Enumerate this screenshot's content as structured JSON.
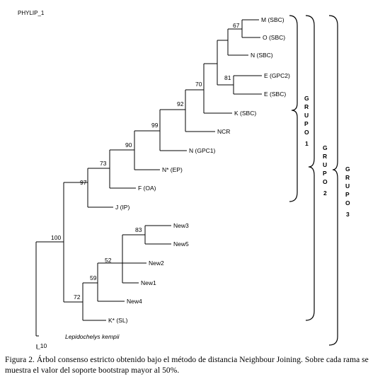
{
  "header": {
    "program": "PHYLIP_1"
  },
  "tree": {
    "taxa": [
      {
        "id": "m_sbc",
        "label": "M (SBC)"
      },
      {
        "id": "o_sbc",
        "label": "O (SBC)"
      },
      {
        "id": "n_sbc",
        "label": "N (SBC)"
      },
      {
        "id": "e_gpc2",
        "label": "E (GPC2)"
      },
      {
        "id": "e_sbc",
        "label": "E (SBC)"
      },
      {
        "id": "k_sbc",
        "label": "K (SBC)"
      },
      {
        "id": "ncr",
        "label": "NCR"
      },
      {
        "id": "n_gpc1",
        "label": "N (GPC1)"
      },
      {
        "id": "nstar_ep",
        "label": "N* (EP)"
      },
      {
        "id": "f_oa",
        "label": "F (OA)"
      },
      {
        "id": "j_ip",
        "label": "J (IP)"
      },
      {
        "id": "new3",
        "label": "New3"
      },
      {
        "id": "new5",
        "label": "New5"
      },
      {
        "id": "new2",
        "label": "New2"
      },
      {
        "id": "new1",
        "label": "New1"
      },
      {
        "id": "new4",
        "label": "New4"
      },
      {
        "id": "kstar_sl",
        "label": "K* (SL)"
      },
      {
        "id": "outgroup",
        "label": "Lepidochelys kempii"
      }
    ],
    "bootstrap": {
      "mo": "67",
      "e": "81",
      "sbc_clade": "70",
      "ncr": "92",
      "gpc1": "99",
      "ep": "90",
      "oa": "73",
      "ip": "97",
      "root": "100",
      "new35": "83",
      "new2": "52",
      "new1": "59",
      "new_all": "72"
    },
    "scale_label": "_10"
  },
  "groups": [
    {
      "id": "g1",
      "letters": [
        "G",
        "R",
        "U",
        "P",
        "O"
      ],
      "number": "1"
    },
    {
      "id": "g2",
      "letters": [
        "G",
        "R",
        "U",
        "P",
        "O"
      ],
      "number": "2"
    },
    {
      "id": "g3",
      "letters": [
        "G",
        "R",
        "U",
        "P",
        "O"
      ],
      "number": "3"
    }
  ],
  "caption": "Figura 2. Árbol consenso estricto obtenido bajo el método de distancia Neighbour Joining. Sobre cada rama se muestra el valor del soporte bootstrap mayor al 50%."
}
